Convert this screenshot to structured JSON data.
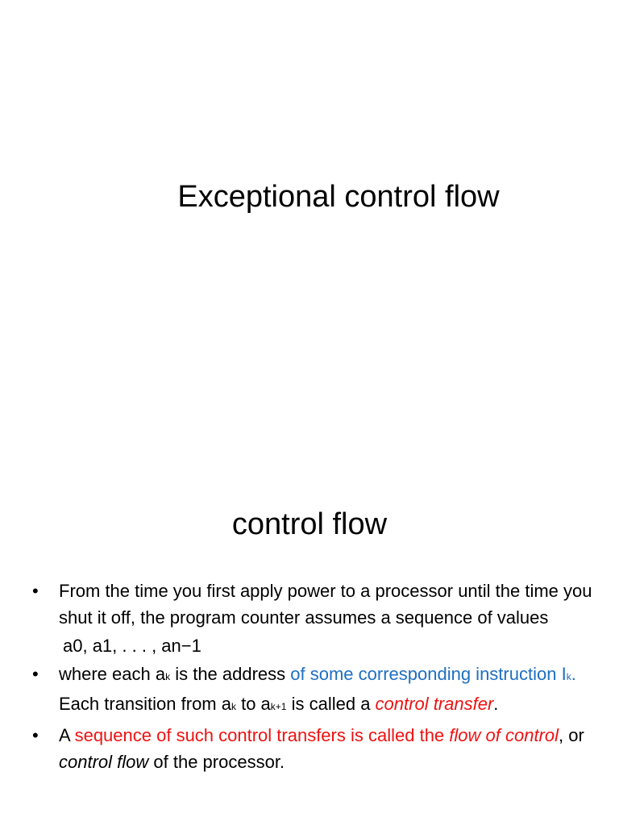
{
  "slide1": {
    "title": "Exceptional control flow"
  },
  "slide2": {
    "title": "control flow",
    "bullet_symbol": "•",
    "bullet1": {
      "text": "From the time you first apply power to a processor until the time you shut it off, the program counter assumes  a sequence of values"
    },
    "sequence_line": "a0, a1, . . . , an−1",
    "bullet2": {
      "part1": "where each a",
      "sub_k": "k",
      "part2": " is the address ",
      "blue1": "of some corresponding instruction I",
      "blue_sub_k": "k",
      "blue2": ".",
      "part3": " Each transition from a",
      "sub_k2": "k",
      "part4": " to a",
      "sub_k1": "k+1",
      "part5": " is called a ",
      "red_italic": "control transfer",
      "part6": "."
    },
    "bullet3": {
      "part1": "A ",
      "red1": "sequence of such control transfers is called the ",
      "red_italic": "flow of control",
      "part2": ", or ",
      "italic": "control flow",
      "part3": " of the processor."
    }
  },
  "colors": {
    "blue": "#1e6fc0",
    "red": "#ee1111"
  }
}
